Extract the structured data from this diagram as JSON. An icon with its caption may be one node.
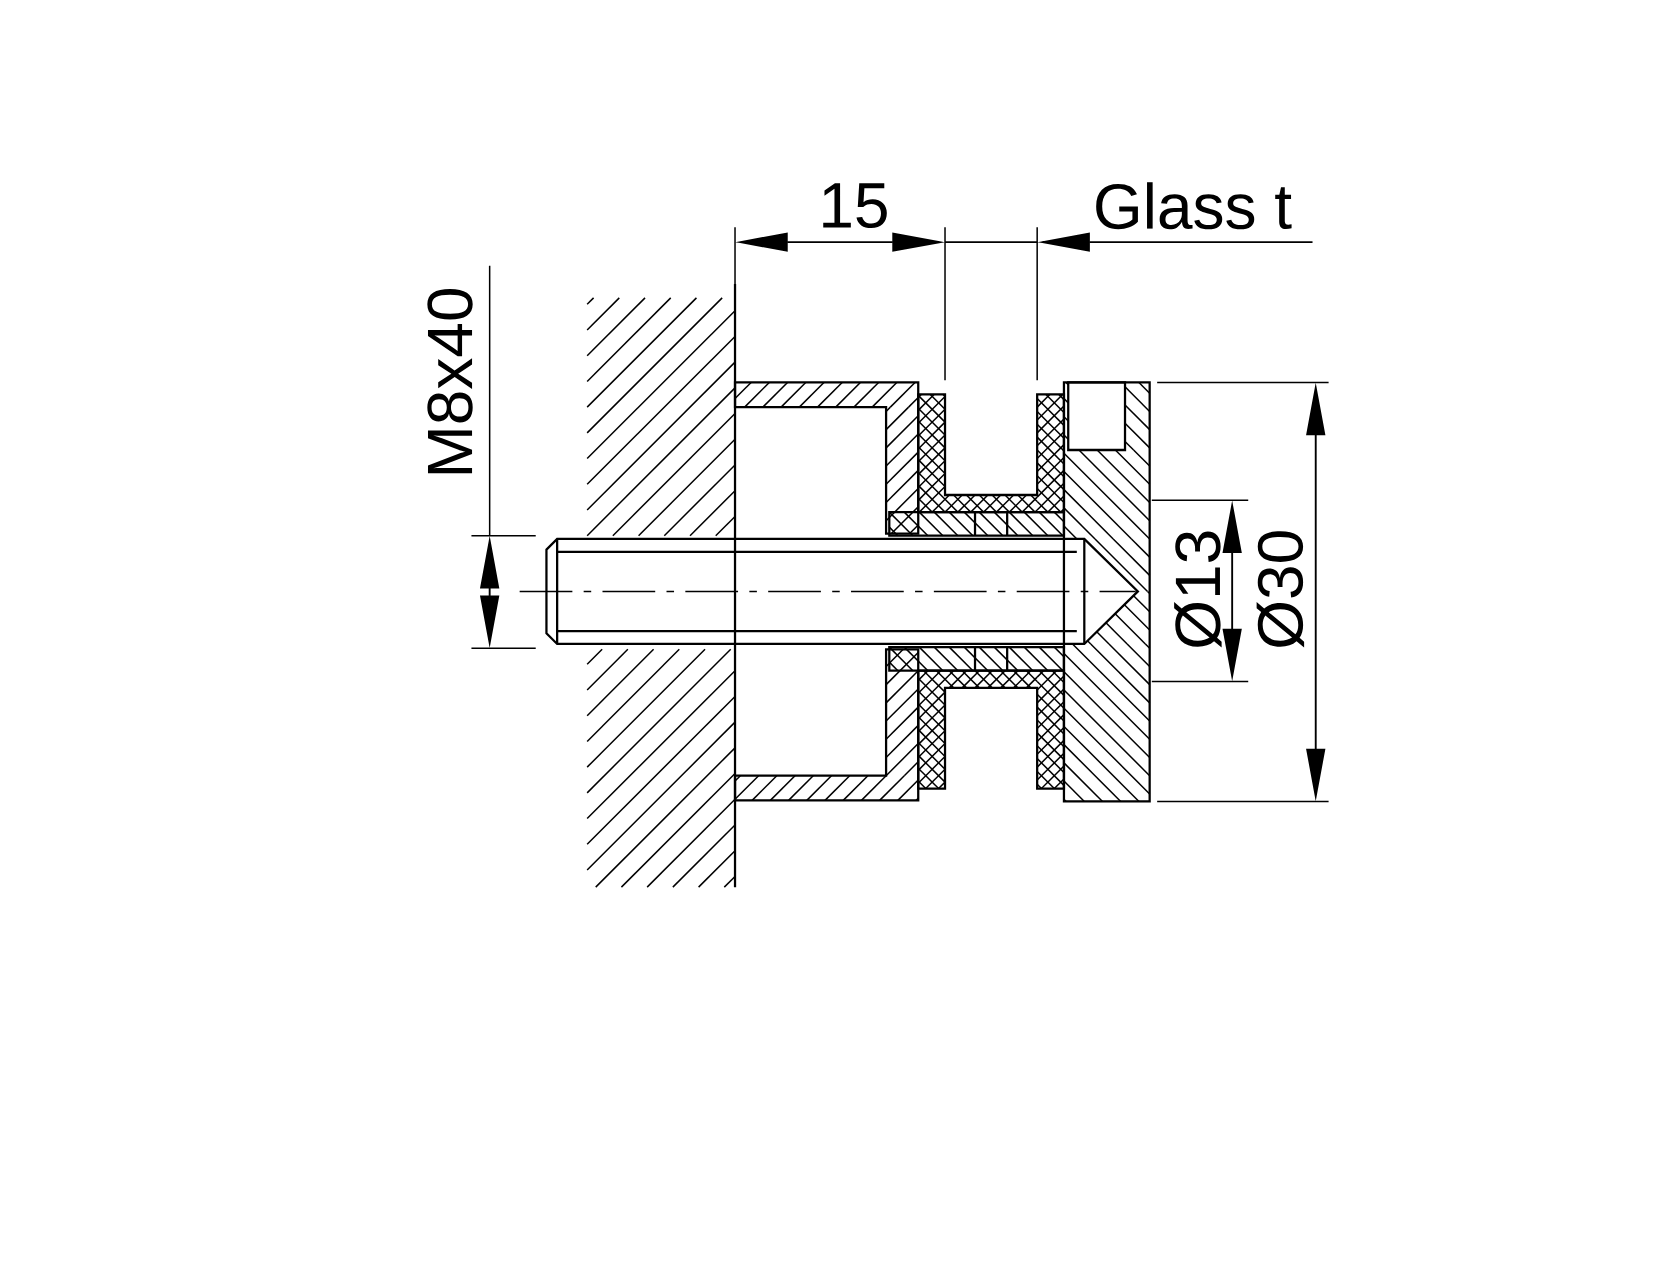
{
  "diagram": {
    "labels": [
      "15",
      "Glass t",
      "M8x40",
      "Ø13",
      "Ø30"
    ]
  }
}
